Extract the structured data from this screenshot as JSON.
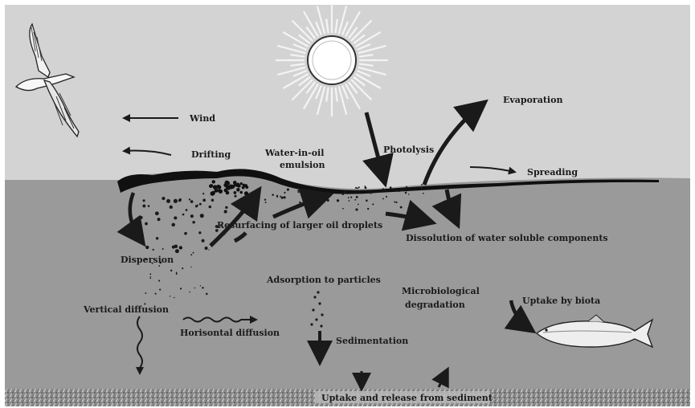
{
  "labels": {
    "wind": "Wind",
    "drifting": "Drifting",
    "emulsion_line1": "Water-in-oil",
    "emulsion_line2": "emulsion",
    "photolysis": "Photolysis",
    "evaporation": "Evaporation",
    "spreading": "Spreading",
    "resurfacing": "Resurfacing of larger oil droplets",
    "dissolution": "Dissolution of water soluble components",
    "dispersion": "Dispersion",
    "adsorption": "Adsorption to particles",
    "microbio_line1": "Microbiological",
    "microbio_line2": "degradation",
    "uptake_biota": "Uptake by biota",
    "vertical_diffusion": "Vertical diffusion",
    "horizontal_diffusion": "Horisontal diffusion",
    "sedimentation": "Sedimentation",
    "sediment_exchange": "Uptake and release from sediment"
  },
  "colors": {
    "sky": "#d3d3d3",
    "water": "#9a9a9a",
    "sediment": "#8c8c8c",
    "oil": "#101010",
    "text": "#1a1a1a",
    "sun_core": "#ffffff"
  },
  "icons": [
    "sun-icon",
    "seagull-icon",
    "fish-icon"
  ]
}
